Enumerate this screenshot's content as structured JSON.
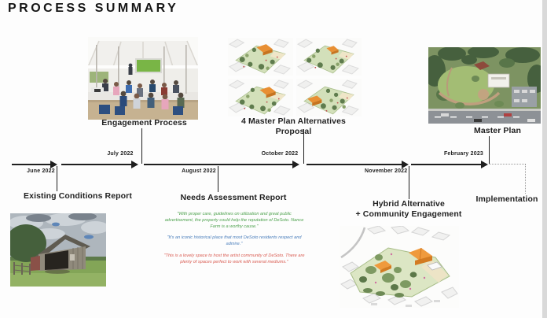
{
  "title": "PROCESS SUMMARY",
  "timeline": {
    "dates": [
      "June 2022",
      "July 2022",
      "August 2022",
      "October 2022",
      "November 2022",
      "February 2023"
    ]
  },
  "milestones": {
    "existing_conditions": "Existing Conditions Report",
    "engagement": "Engagement Process",
    "needs_assessment": "Needs Assessment Report",
    "alternatives": "4 Master Plan Alternatives Proposal",
    "hybrid_line1": "Hybrid Alternative",
    "hybrid_line2": "+ Community Engagement",
    "master_plan": "Master Plan",
    "implementation": "Implementation"
  },
  "quotes": [
    {
      "text": "\"With proper care, guidelines on utilization and great public advertisement, the property could help the reputation of DeSoto. Nance Farm is a worthy cause.\"",
      "color": "#4ea24e"
    },
    {
      "text": "\"It's an iconic historical place that most DeSoto residents respect and admire.\"",
      "color": "#4a7ebb"
    },
    {
      "text": "\"This is a lovely space to host the artist community of DeSoto. There are plenty of spaces perfect to work with several mediums.\"",
      "color": "#d95c52"
    }
  ],
  "colors": {
    "text": "#1f1f1f",
    "quote_green": "#4ea24e",
    "quote_blue": "#4a7ebb",
    "quote_red": "#d95c52",
    "plan_orange": "#e8923a",
    "plan_lawn": "#d3e0ba"
  }
}
